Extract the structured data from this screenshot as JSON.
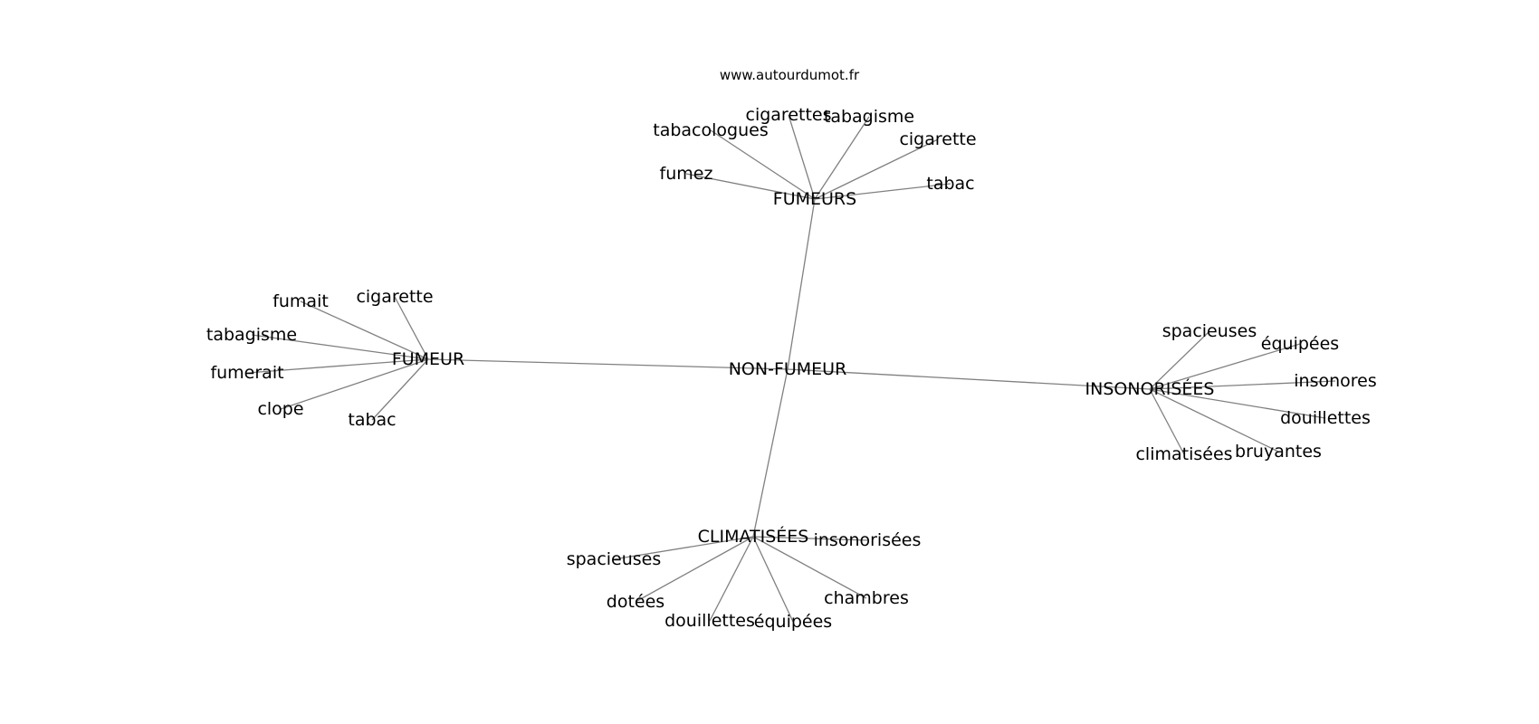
{
  "site": "www.autourdumot.fr",
  "graph": {
    "center": "NON-FUMEUR",
    "clusters": [
      {
        "label": "FUMEURS",
        "words": [
          "cigarettes",
          "tabagisme",
          "tabacologues",
          "cigarette",
          "fumez",
          "tabac"
        ]
      },
      {
        "label": "FUMEUR",
        "words": [
          "fumait",
          "cigarette",
          "tabagisme",
          "fumerait",
          "clope",
          "tabac"
        ]
      },
      {
        "label": "INSONORISÉES",
        "words": [
          "spacieuses",
          "équipées",
          "insonores",
          "douillettes",
          "climatisées",
          "bruyantes"
        ]
      },
      {
        "label": "CLIMATISÉES",
        "words": [
          "insonorisées",
          "spacieuses",
          "chambres",
          "dotées",
          "douillettes",
          "équipées"
        ]
      }
    ]
  },
  "colors": {
    "edge": "#808080",
    "text": "#000000",
    "background": "#ffffff"
  }
}
